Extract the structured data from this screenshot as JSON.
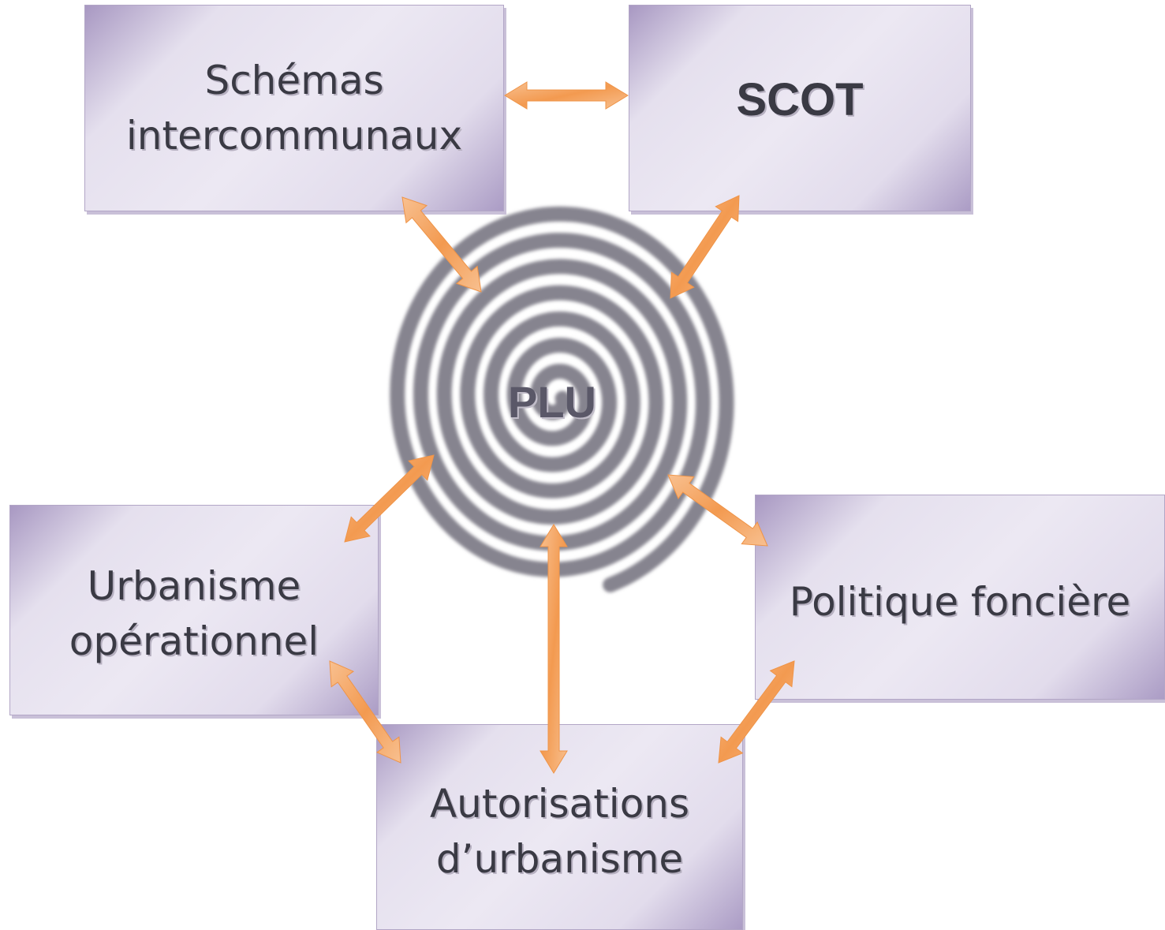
{
  "diagram": {
    "center": {
      "label": "PLU"
    },
    "boxes": [
      {
        "id": "schemas",
        "label": "Schémas\nintercommunaux"
      },
      {
        "id": "scot",
        "label": "SCOT"
      },
      {
        "id": "urbanisme",
        "label": "Urbanisme\nopérationnel"
      },
      {
        "id": "politique",
        "label": "Politique foncière"
      },
      {
        "id": "autorisations",
        "label": "Autorisations\nd’urbanisme"
      }
    ]
  },
  "colors": {
    "box_light": "#ece8f3",
    "box_dark": "#a898c2",
    "arrow": "#f39a50",
    "arrow_light": "#f8c090",
    "spiral": "#86848f",
    "text": "#3a3a44"
  }
}
